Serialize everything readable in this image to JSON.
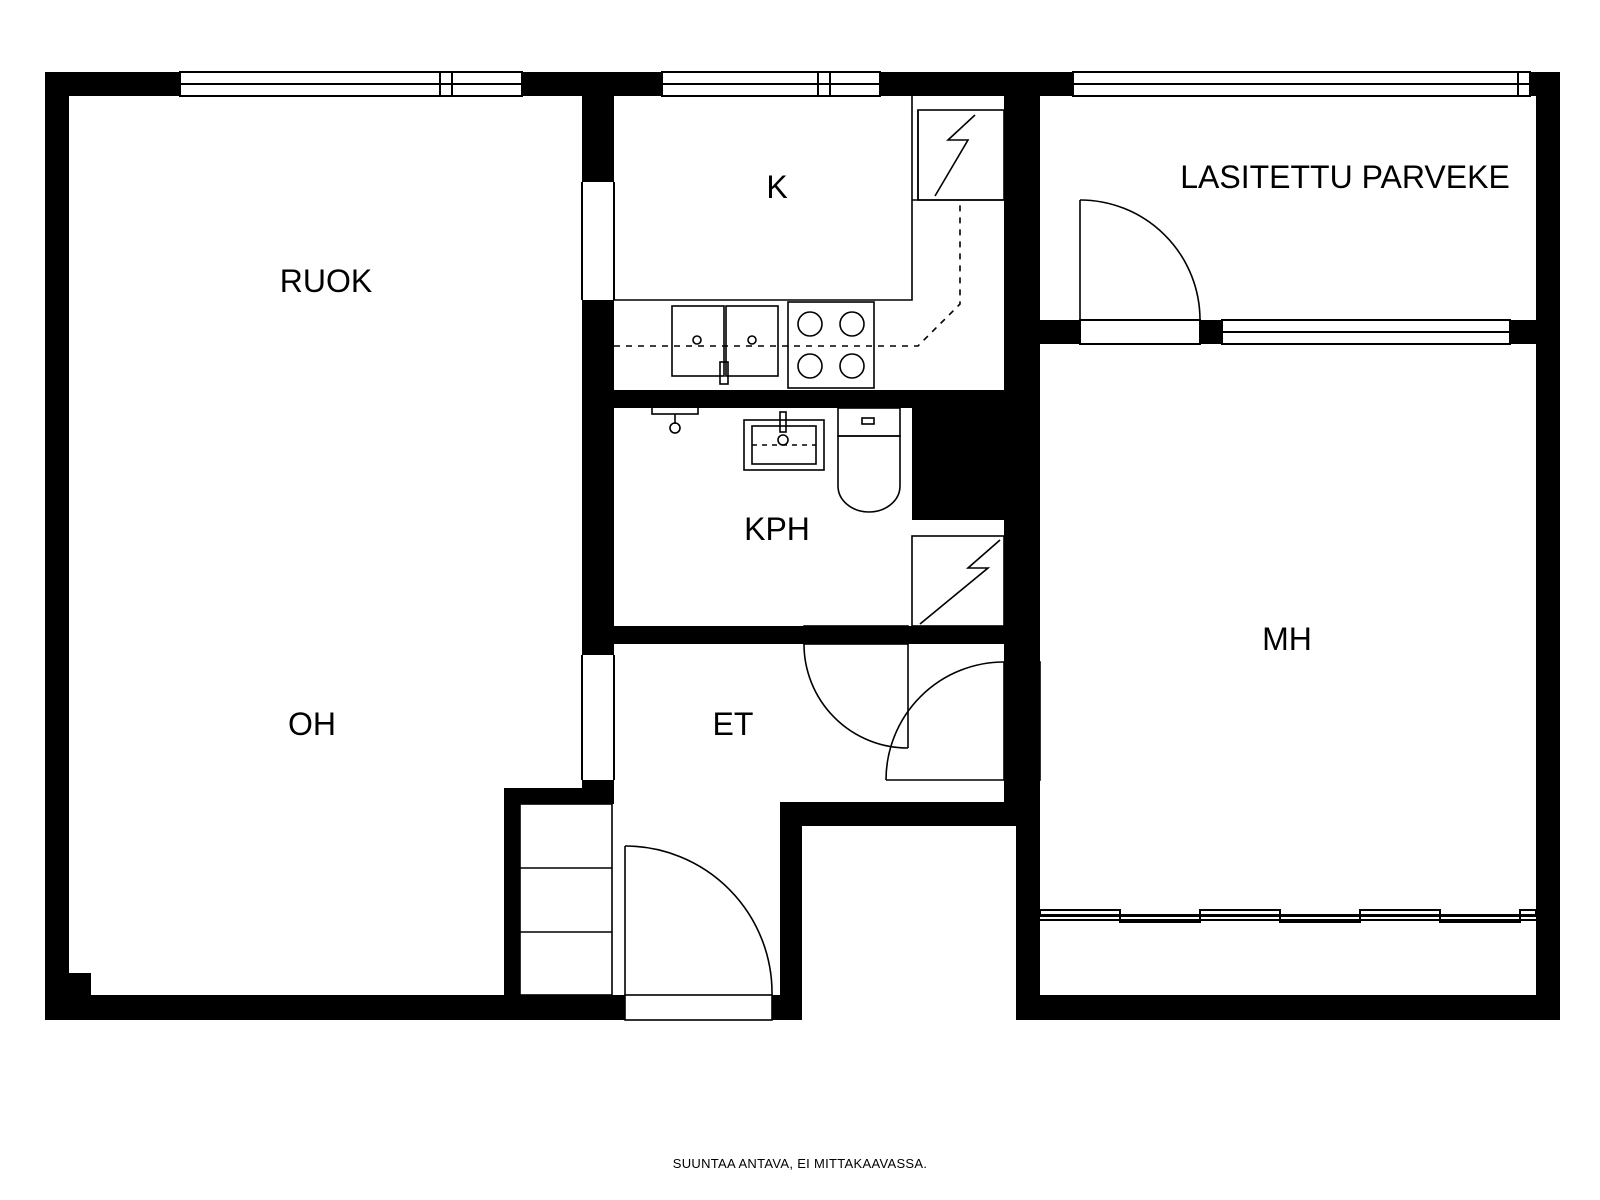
{
  "rooms": {
    "ruok": "RUOK",
    "k": "K",
    "balcony": "LASITETTU PARVEKE",
    "kph": "KPH",
    "mh": "MH",
    "oh": "OH",
    "et": "ET"
  },
  "footer": {
    "note": "SUUNTAA ANTAVA, EI MITTAKAAVASSA."
  },
  "colors": {
    "wall": "#000000",
    "background": "#ffffff"
  }
}
